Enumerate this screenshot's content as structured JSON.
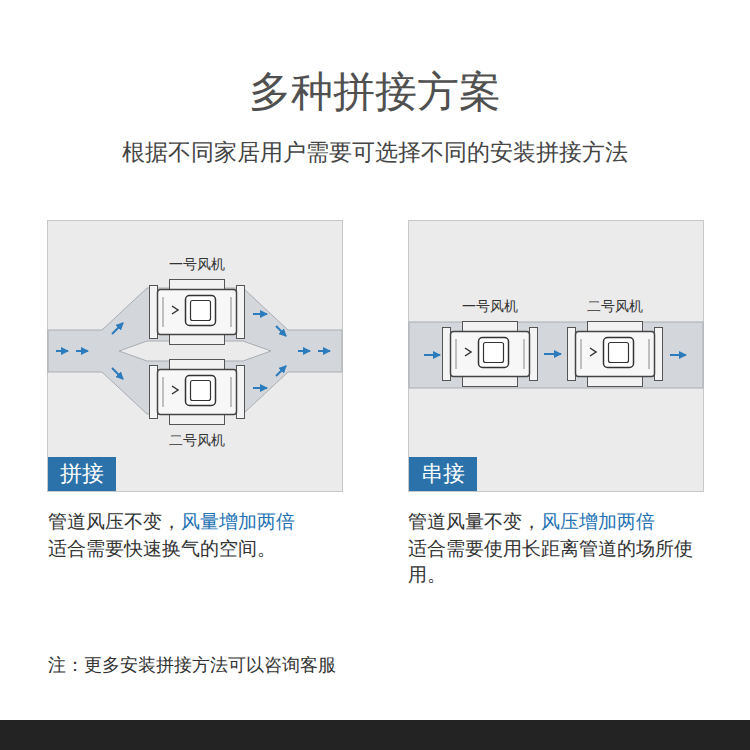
{
  "diagram": {
    "title": "多种拼接方案",
    "caption": "根据不同家居用户需要可选择不同的安装拼接方法",
    "nodes": [
      {
        "text": [
          "拼接"
        ]
      },
      {
        "text": [
          "一号风机"
        ],
        "in": 0
      },
      {
        "text": [
          "二号风机"
        ],
        "in": 0
      },
      {
        "text": [
          "串接"
        ]
      },
      {
        "text": [
          "一号风机"
        ],
        "in": 3
      },
      {
        "text": [
          "二号风机"
        ],
        "in": 3
      }
    ],
    "edges": [
      {
        "from": 4,
        "to": 5,
        "arrow": "to"
      }
    ],
    "labels": [
      "管道风压不变，",
      "风量增加两倍",
      "适合需要快速换气的空间。",
      "管道风量不变，",
      "风压增加两倍",
      "适合需要使用长距离管道的场所使用。",
      "注：更多安装拼接方法可以咨询客服"
    ]
  }
}
